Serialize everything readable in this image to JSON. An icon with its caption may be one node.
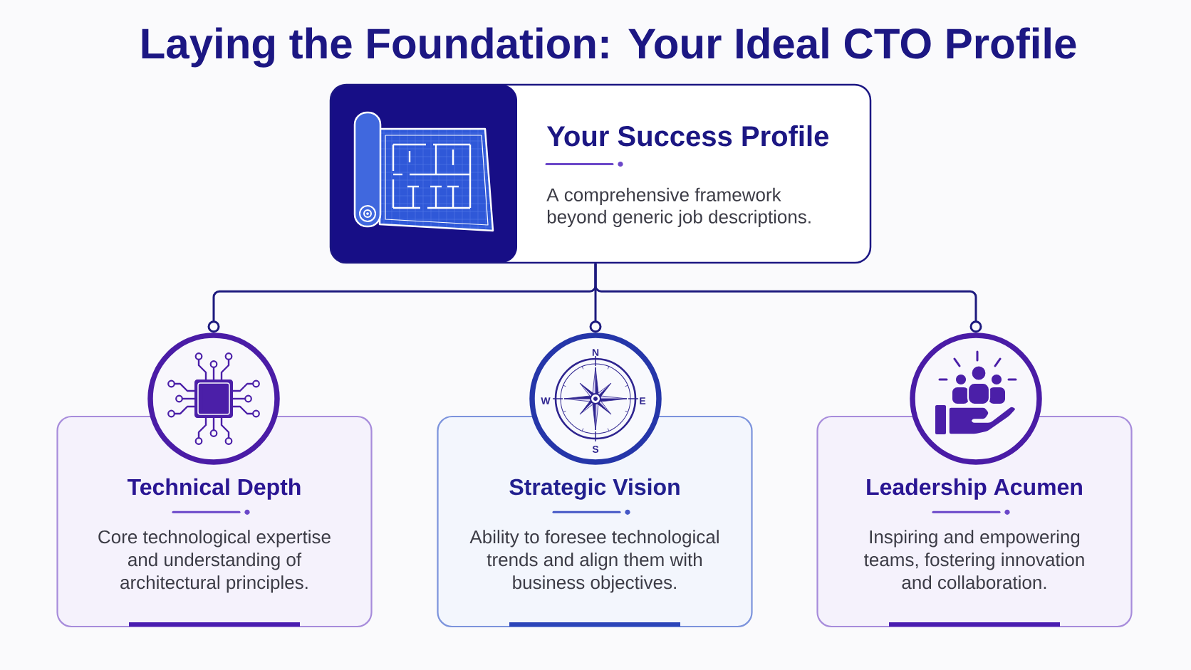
{
  "diagram": {
    "title": "Laying the Foundation: Your Ideal CTO Profile",
    "nodes": [
      {
        "text": [
          "Your Success Profile",
          "A comprehensive framework beyond generic job descriptions."
        ]
      },
      {
        "text": [],
        "shape": "circle"
      },
      {
        "text": [
          "Technical Depth",
          "Core technological expertise and understanding of architectural principles."
        ]
      },
      {
        "text": [],
        "shape": "circle"
      },
      {
        "text": [
          "Strategic Vision",
          "Ability to foresee technological trends and align them with business objectives."
        ]
      },
      {
        "text": [],
        "shape": "circle"
      },
      {
        "text": [
          "Leadership Acumen",
          "Inspiring and empowering teams, fostering innovation and collaboration."
        ]
      }
    ],
    "edges": [
      {
        "from": 0,
        "to": 1,
        "arrow": "other"
      },
      {
        "from": 0,
        "to": 3,
        "arrow": "other"
      },
      {
        "from": 0,
        "to": 5,
        "arrow": "other"
      }
    ],
    "labels": [
      "N",
      "W",
      "E",
      "S"
    ]
  }
}
